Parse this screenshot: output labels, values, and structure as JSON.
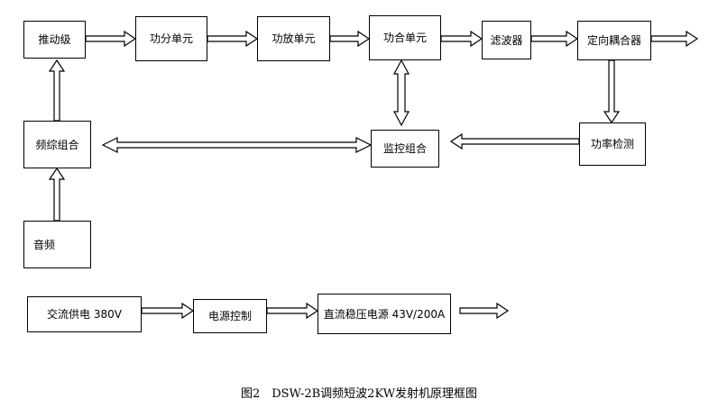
{
  "blocks": {
    "tuidongji": "推动级",
    "gongfen": "功分单元",
    "gongfang": "功放单元",
    "gonghe": "功合单元",
    "lvboqi": "滤波器",
    "dingxiang": "定向耦合器",
    "pinzong": "频综组合",
    "jiankong": "监控组合",
    "gonglv": "功率检测",
    "yinpin": "音频",
    "jiaoliu": "交流供电 380V",
    "dianyuan_kongzhi": "电源控制",
    "zhiliu": "直流稳压电源 43V/200A"
  },
  "caption": "图2　DSW-2B调频短波2KW发射机原理框图"
}
